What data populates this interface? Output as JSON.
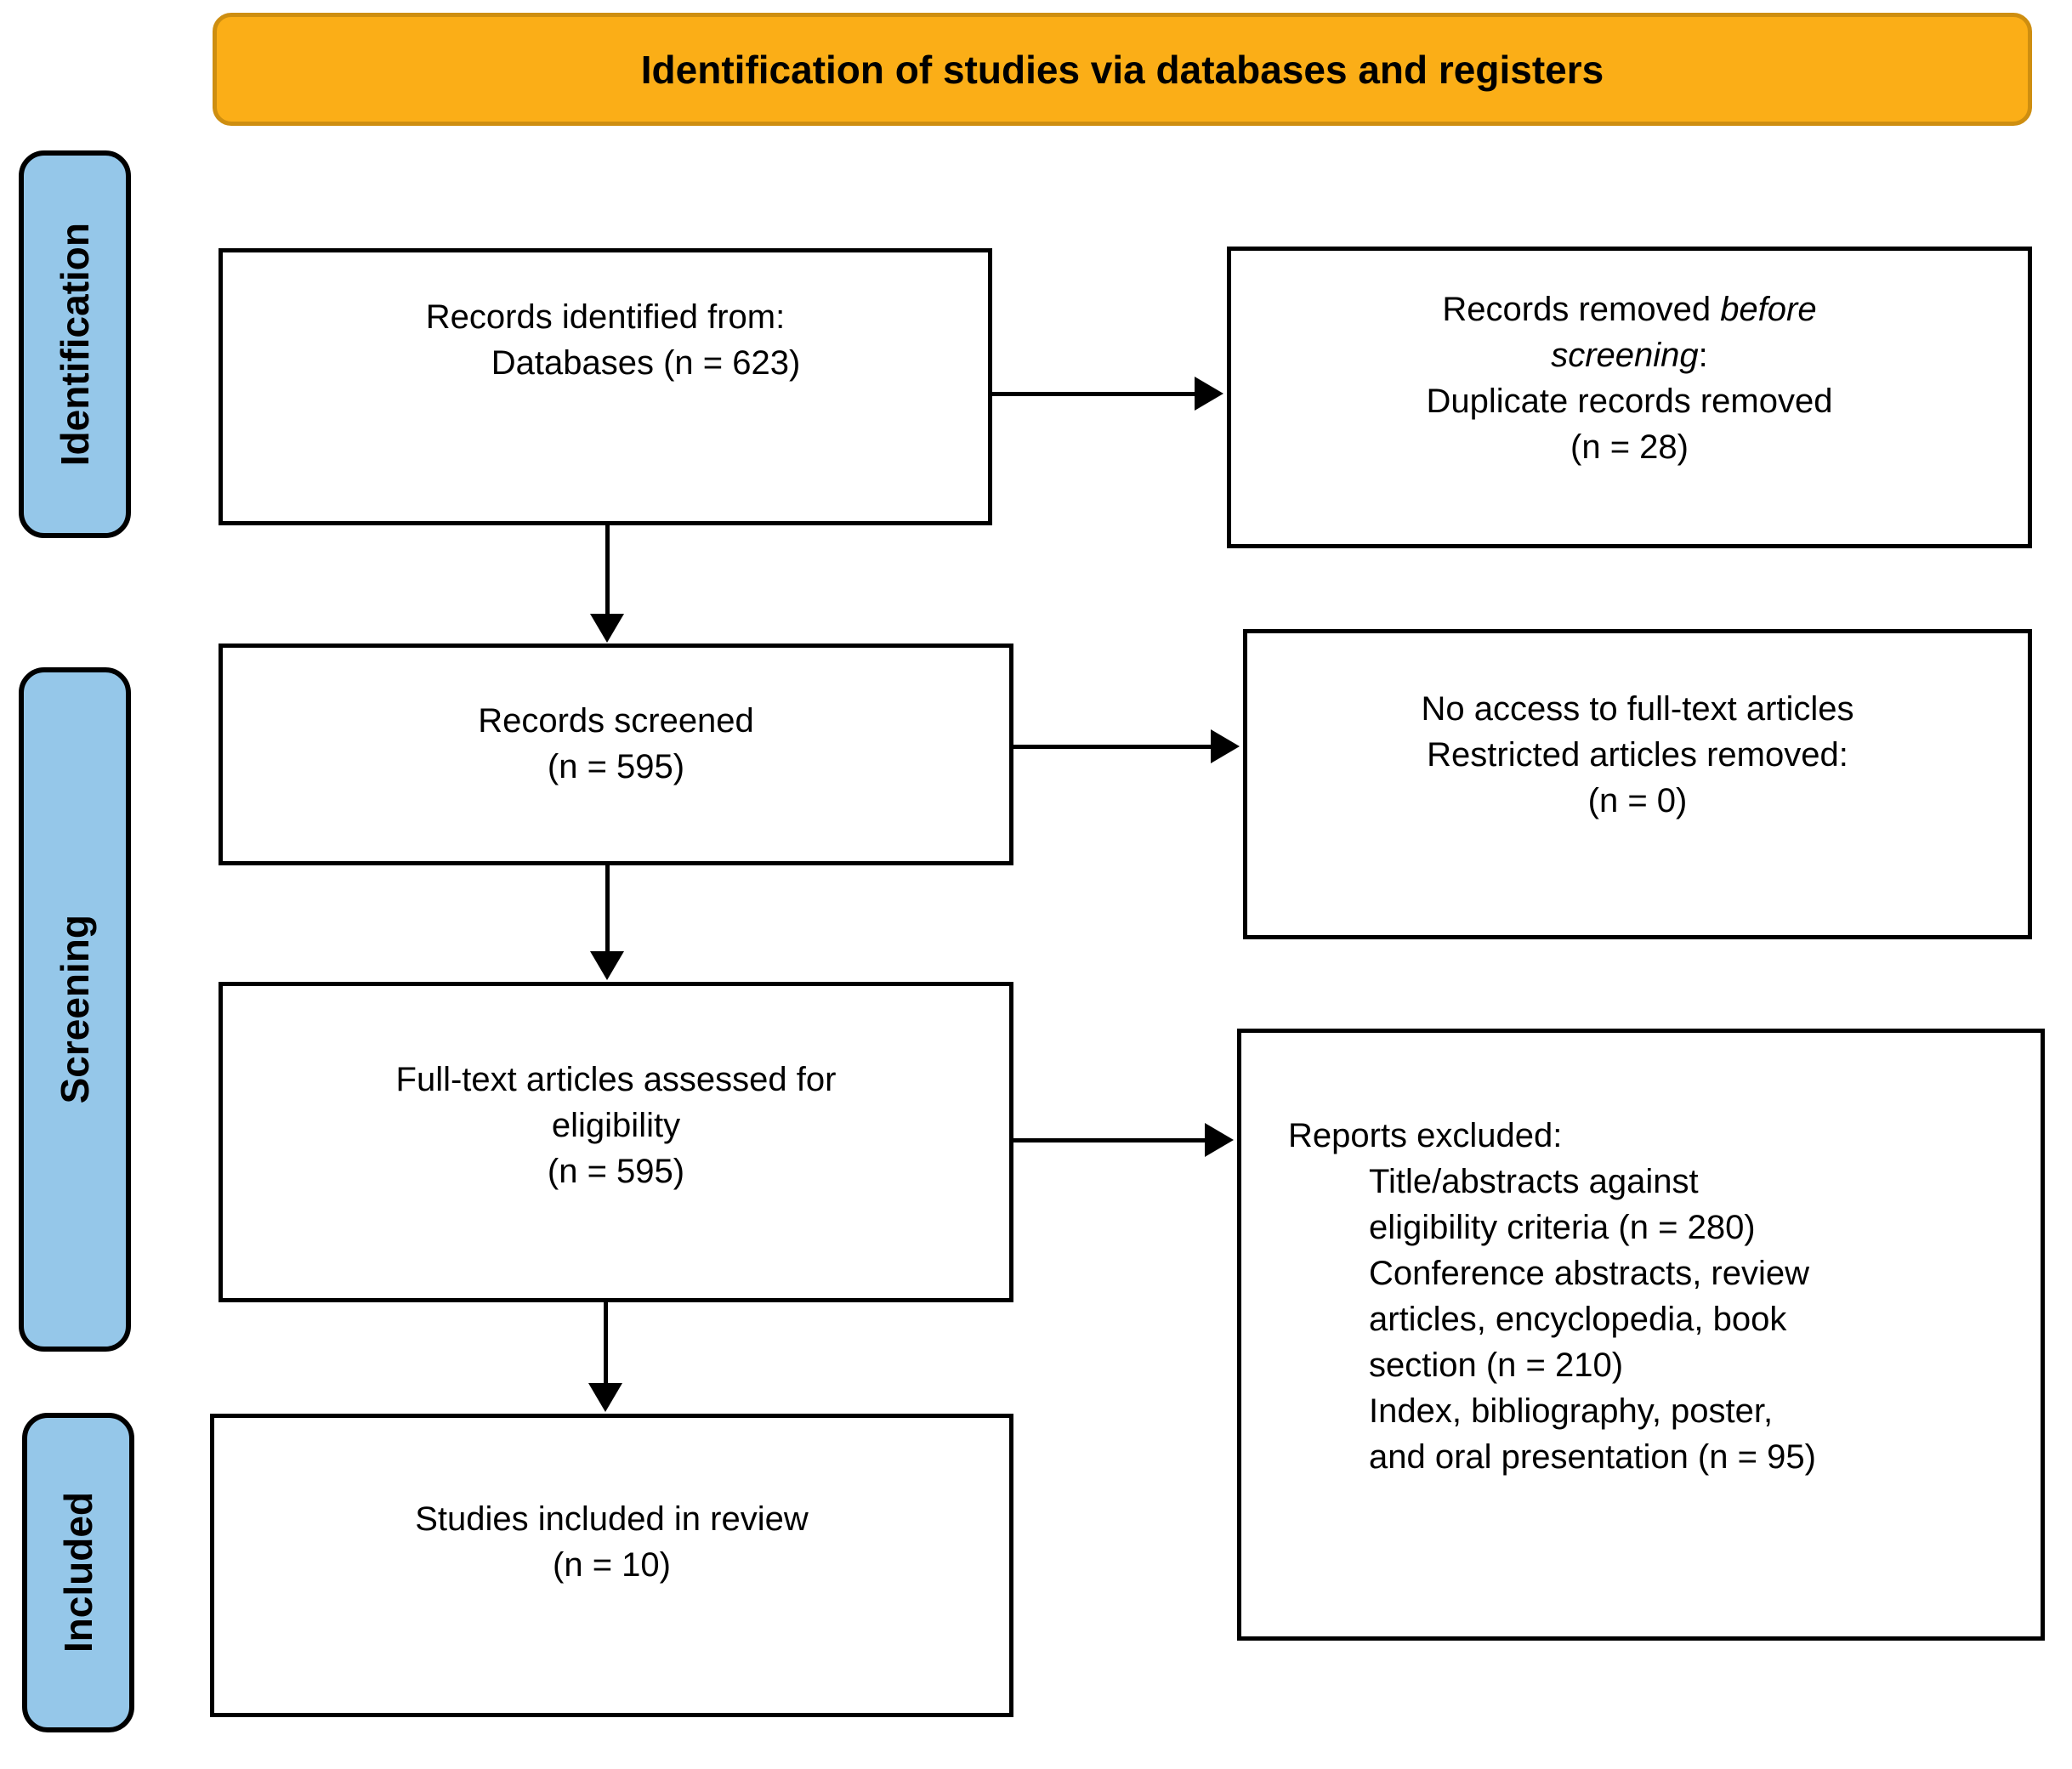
{
  "banner": {
    "title": "Identification of studies via databases and registers"
  },
  "sidebar": {
    "stages": [
      "Identification",
      "Screening",
      "Included"
    ]
  },
  "boxes": {
    "identified": {
      "line1": "Records identified from:",
      "line2": "Databases (n = 623)"
    },
    "removed": {
      "line1_normal": "Records removed ",
      "line1_italic": "before",
      "line2_italic": "screening",
      "line2_suffix": ":",
      "line3": "Duplicate records removed",
      "line4": "(n = 28)"
    },
    "screened": {
      "line1": "Records screened",
      "line2": "(n = 595)"
    },
    "no_access": {
      "line1": "No access to full-text articles",
      "line2": "Restricted articles removed:",
      "line3": "(n = 0)"
    },
    "fulltext": {
      "line1": "Full-text articles assessed for",
      "line2": "eligibility",
      "line3": "(n = 595)"
    },
    "excluded": {
      "header": "Reports excluded:",
      "items": [
        {
          "lines": [
            "Title/abstracts against",
            "eligibility criteria (n = 280)"
          ]
        },
        {
          "lines": [
            "Conference abstracts, review",
            "articles, encyclopedia, book",
            "section (n = 210)"
          ]
        },
        {
          "lines": [
            "Index, bibliography, poster,",
            "and oral presentation (n = 95)"
          ]
        }
      ]
    },
    "included": {
      "line1": "Studies included in review",
      "line2": "(n = 10)"
    }
  },
  "colors": {
    "banner_fill": "#FBAE17",
    "banner_border": "#CE8E10",
    "stage_fill": "#95C7E9",
    "box_border": "#000000",
    "arrow_color": "#000000"
  }
}
